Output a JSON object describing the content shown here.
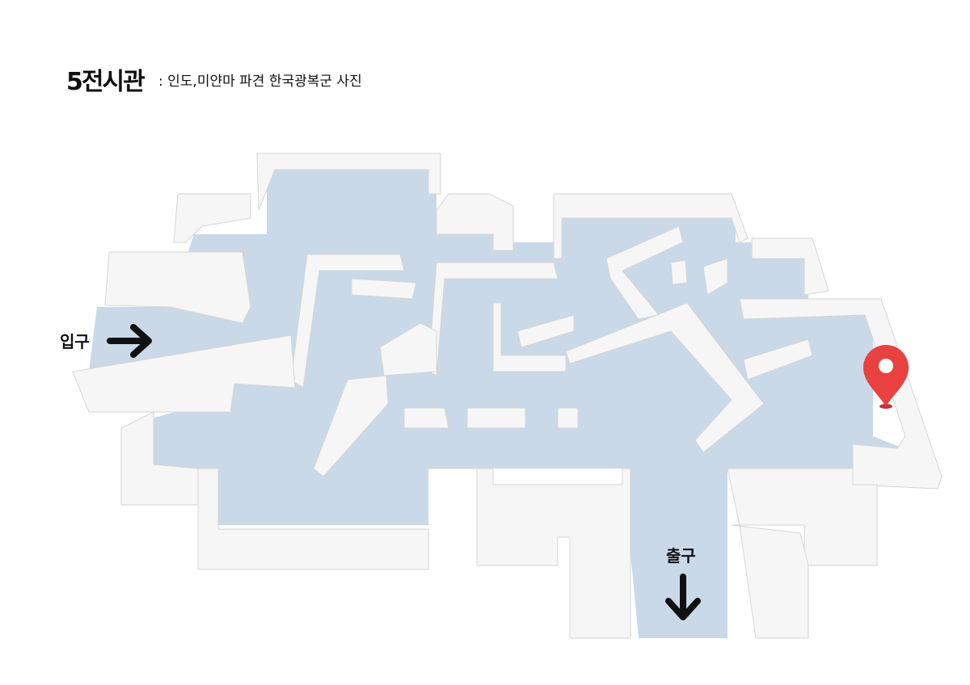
{
  "header": {
    "title": "5전시관",
    "subtitle": ": 인도,미얀마 파견 한국광복군 사진"
  },
  "map": {
    "entrance_label": "입구",
    "exit_label": "출구",
    "marker_icon": "location-pin-icon",
    "marker_color": "#e94040",
    "floor_color": "#c9d9e8"
  }
}
